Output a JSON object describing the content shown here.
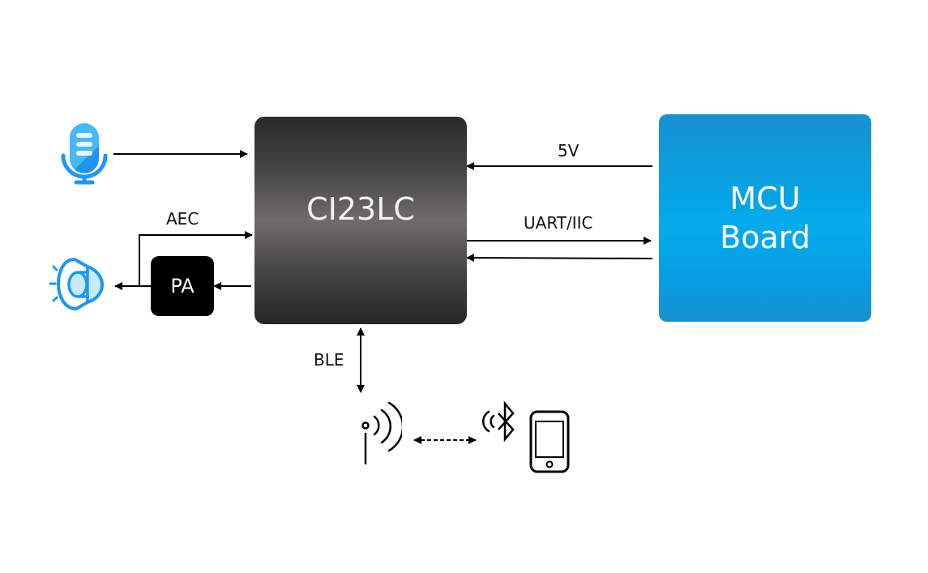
{
  "diagram": {
    "chip": {
      "label": "CI23LC"
    },
    "mcu": {
      "line1": "MCU",
      "line2": "Board"
    },
    "pa": {
      "label": "PA"
    },
    "connections": {
      "power_label": "5V",
      "bus_label": "UART/IIC",
      "echo_label": "AEC",
      "wireless_label": "BLE"
    },
    "icons": {
      "microphone": "microphone-icon",
      "speaker": "speaker-icon",
      "antenna": "antenna-icon",
      "bluetooth": "bluetooth-icon",
      "phone": "smartphone-icon"
    },
    "colors": {
      "chip_dark": "#2a2a2a",
      "chip_mid": "#6f6c6b",
      "mcu_blue": "#03aced",
      "mcu_blue_edge": "#1790d2",
      "icon_blue": "#2196f3",
      "icon_light_blue": "#bfe6fb",
      "arrow": "#000000"
    }
  }
}
